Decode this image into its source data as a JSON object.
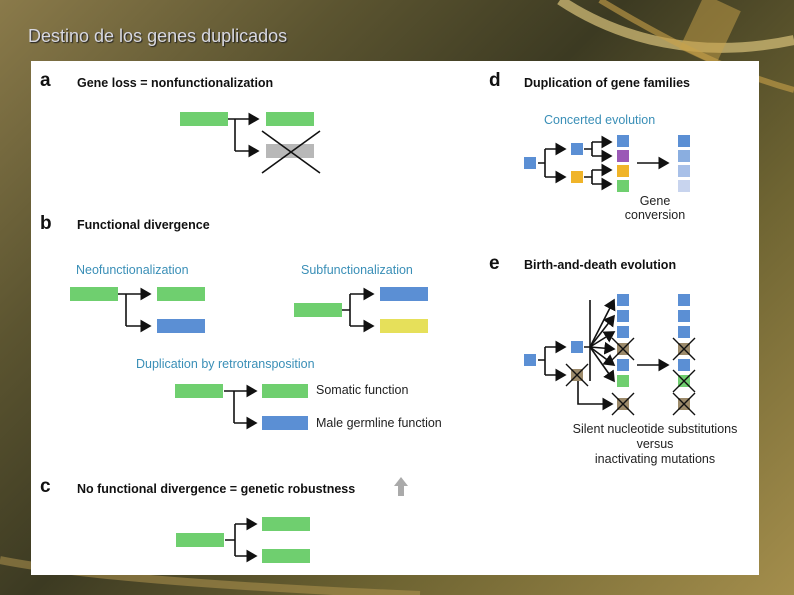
{
  "slide": {
    "title": "Destino de los genes duplicados"
  },
  "panels": {
    "a": {
      "letter": "a",
      "heading": "Gene loss = nonfunctionalization"
    },
    "b": {
      "letter": "b",
      "heading": "Functional divergence",
      "neo": "Neofunctionalization",
      "sub": "Subfunctionalization",
      "retro": "Duplication by retrotransposition",
      "somatic": "Somatic function",
      "germline": "Male germline function"
    },
    "c": {
      "letter": "c",
      "heading": "No functional divergence = genetic robustness"
    },
    "d": {
      "letter": "d",
      "heading": "Duplication of gene families",
      "concerted": "Concerted evolution",
      "conversion_line1": "Gene",
      "conversion_line2": "conversion"
    },
    "e": {
      "letter": "e",
      "heading": "Birth-and-death evolution",
      "note_line1": "Silent nucleotide substitutions",
      "note_line2": "versus",
      "note_line3": "inactivating mutations"
    }
  },
  "colors": {
    "green": "#6fcf6f",
    "blue": "#5b8fd4",
    "grey": "#b8b8b8",
    "yellow": "#e6e05a",
    "purple": "#9b59b6",
    "orange": "#f0b429",
    "pale_blue": "#c8d4ee",
    "accent_text": "#3a8fb7"
  }
}
